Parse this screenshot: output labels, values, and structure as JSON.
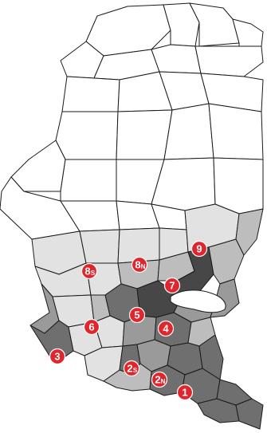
{
  "legend_colors": {
    "none": "#ffffff",
    "light": "#e2e2e2",
    "medium": "#bdbdbd",
    "medium_dark": "#9a9a9a",
    "dark": "#6f6f6f",
    "darkest": "#474747",
    "badge": "#e0262c"
  },
  "regions": [
    {
      "id": "1",
      "number": "1",
      "suffix": ""
    },
    {
      "id": "2N",
      "number": "2",
      "suffix": "N"
    },
    {
      "id": "2S",
      "number": "2",
      "suffix": "S"
    },
    {
      "id": "3",
      "number": "3",
      "suffix": ""
    },
    {
      "id": "4",
      "number": "4",
      "suffix": ""
    },
    {
      "id": "5",
      "number": "5",
      "suffix": ""
    },
    {
      "id": "6",
      "number": "6",
      "suffix": ""
    },
    {
      "id": "7",
      "number": "7",
      "suffix": ""
    },
    {
      "id": "8N",
      "number": "8",
      "suffix": "N"
    },
    {
      "id": "8S",
      "number": "8",
      "suffix": "S"
    },
    {
      "id": "9",
      "number": "9",
      "suffix": ""
    }
  ]
}
